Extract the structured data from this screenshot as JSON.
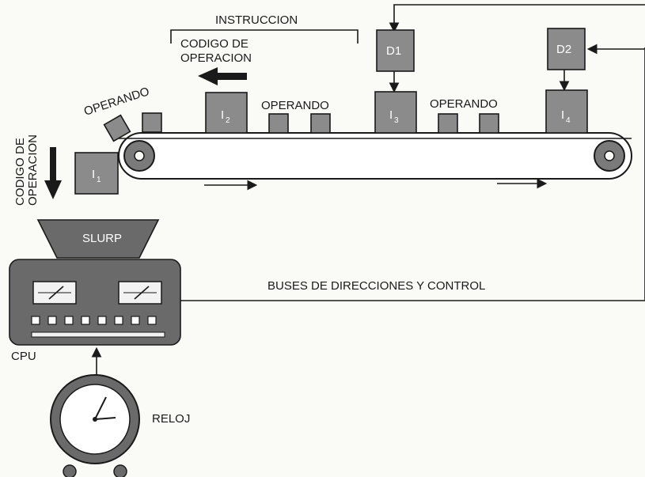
{
  "labels": {
    "instruccion": "INSTRUCCION",
    "codigo_operacion_top_1": "CODIGO DE",
    "codigo_operacion_top_2": "OPERACION",
    "operando_left": "OPERANDO",
    "operando_mid": "OPERANDO",
    "operando_right": "OPERANDO",
    "codigo_operacion_side_1": "CODIGO DE",
    "codigo_operacion_side_2": "OPERACION",
    "slurp": "SLURP",
    "buses": "BUSES DE DIRECCIONES Y CONTROL",
    "cpu": "CPU",
    "reloj": "RELOJ",
    "d1": "D1",
    "d2": "D2",
    "i1": "I",
    "i1_sub": "1",
    "i2": "I",
    "i2_sub": "2",
    "i3": "I",
    "i3_sub": "3",
    "i4": "I",
    "i4_sub": "4"
  },
  "colors": {
    "box_fill": "#8b8b8b",
    "dark_fill": "#6a6a6a",
    "ink": "#1a1a1a",
    "background": "#fafaf7"
  },
  "icons": [
    "gear-icon",
    "clock-icon",
    "gauge-icon",
    "arrow-icon"
  ]
}
